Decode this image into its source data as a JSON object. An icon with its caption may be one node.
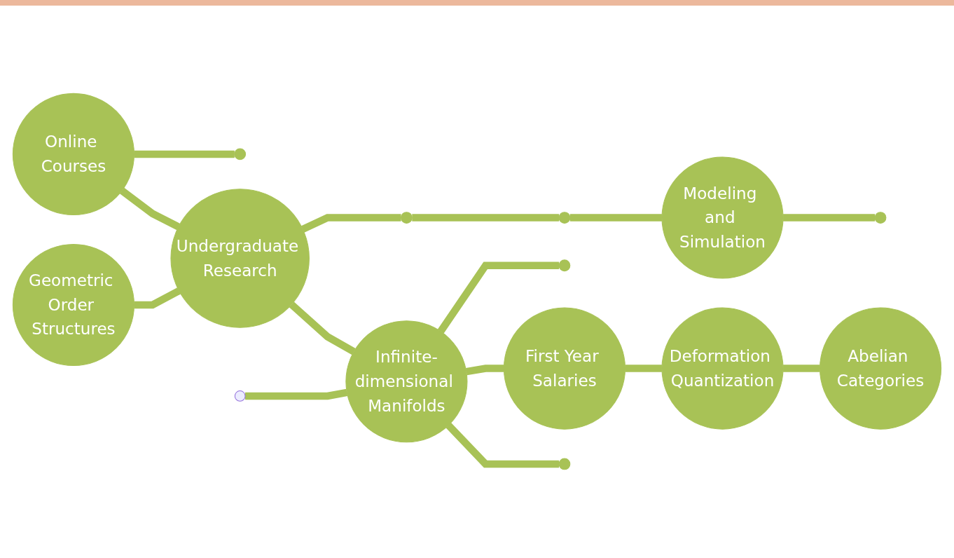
{
  "diagram": {
    "nodes": [
      {
        "text": [
          "Geometric Order Structures"
        ]
      },
      {
        "text": [],
        "shape": "circle"
      },
      {
        "text": [
          "Infinite-dimensional Manifolds"
        ]
      },
      {
        "text": [
          "First Year Salaries"
        ]
      },
      {
        "text": [
          "Deformation Quantization"
        ]
      },
      {
        "text": [],
        "shape": "circle"
      },
      {
        "text": [
          "Online Courses"
        ]
      },
      {
        "text": [
          "Undergraduate Research"
        ]
      },
      {
        "text": [
          "Modeling and Simulation"
        ]
      },
      {
        "text": [
          "Abelian Categories"
        ]
      },
      {
        "text": [],
        "shape": "circle"
      },
      {
        "text": [],
        "shape": "circle"
      },
      {
        "text": [],
        "shape": "circle"
      },
      {
        "text": [],
        "shape": "circle"
      }
    ],
    "edges": [
      {
        "from": null,
        "to": 2,
        "arrow": "none"
      },
      {
        "from": 0,
        "to": 7,
        "arrow": "none"
      },
      {
        "from": 2,
        "to": 1,
        "arrow": "none"
      },
      {
        "from": 7,
        "to": 2,
        "arrow": "none"
      },
      {
        "from": 2,
        "to": 3,
        "arrow": "none"
      },
      {
        "from": 2,
        "to": 5,
        "arrow": "none"
      },
      {
        "from": 3,
        "to": 4,
        "arrow": "none"
      },
      {
        "from": 4,
        "to": 9,
        "arrow": "none"
      },
      {
        "from": 6,
        "to": 7,
        "arrow": "none"
      },
      {
        "from": 6,
        "to": 11,
        "arrow": "none"
      },
      {
        "from": 7,
        "to": 12,
        "arrow": "none"
      },
      {
        "from": 12,
        "to": 10,
        "arrow": "none"
      },
      {
        "from": 10,
        "to": 8,
        "arrow": "none"
      },
      {
        "from": 8,
        "to": 13,
        "arrow": "none"
      }
    ]
  }
}
